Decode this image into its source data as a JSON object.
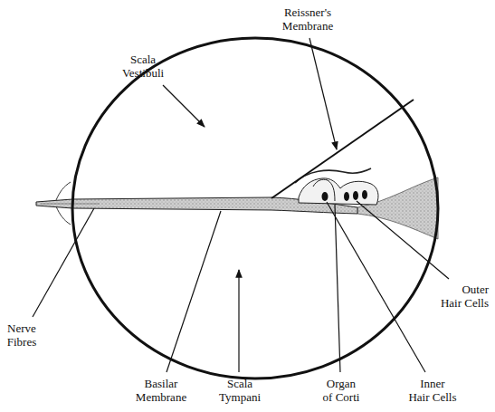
{
  "diagram": {
    "labels": [
      "Scala Vestibuli",
      "Reissner's Membrane",
      "Nerve Fibres",
      "Basilar Membrane",
      "Scala Tympani",
      "Organ of Corti",
      "Outer Hair Cells",
      "Inner Hair Cells"
    ]
  }
}
